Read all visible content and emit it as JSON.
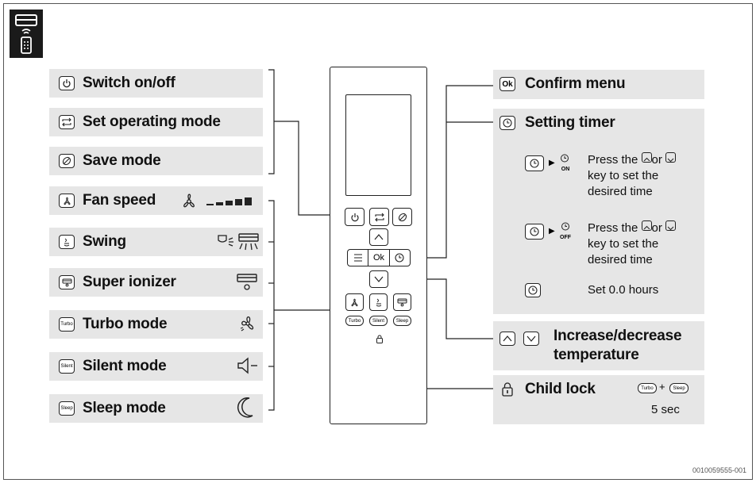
{
  "left_labels": {
    "switch": "Switch on/off",
    "mode": "Set operating mode",
    "save": "Save mode",
    "fan": "Fan speed",
    "swing": "Swing",
    "ionizer": "Super ionizer",
    "turbo": "Turbo mode",
    "silent": "Silent mode",
    "sleep": "Sleep mode"
  },
  "right_labels": {
    "confirm": "Confirm menu",
    "timer": "Setting timer",
    "temp_line1": "Increase/decrease",
    "temp_line2": "temperature",
    "child": "Child lock",
    "child_time": "5 sec",
    "child_plus": "+"
  },
  "timer_steps": {
    "on_text_1": "Press the",
    "on_text_2": "or",
    "on_text_3": "key to set the",
    "on_text_4": "desired time",
    "off_text_1": "Press the",
    "off_text_2": "or",
    "off_text_3": "key to set the",
    "off_text_4": "desired time",
    "reset_text": "Set 0.0 hours",
    "on_tag": "ON",
    "off_tag": "OFF"
  },
  "keys": {
    "ok": "Ok",
    "turbo": "Turbo",
    "silent": "Silent",
    "sleep": "Sleep"
  },
  "footer": {
    "code": "0010059555-001"
  },
  "icons": [
    "power-icon",
    "mode-icon",
    "leaf-icon",
    "fan-icon",
    "swing-icon",
    "ionizer-icon",
    "turbo-icon",
    "silent-icon",
    "sleep-icon",
    "timer-icon",
    "menu-icon",
    "up-icon",
    "down-icon",
    "lock-icon",
    "remote-icon"
  ]
}
